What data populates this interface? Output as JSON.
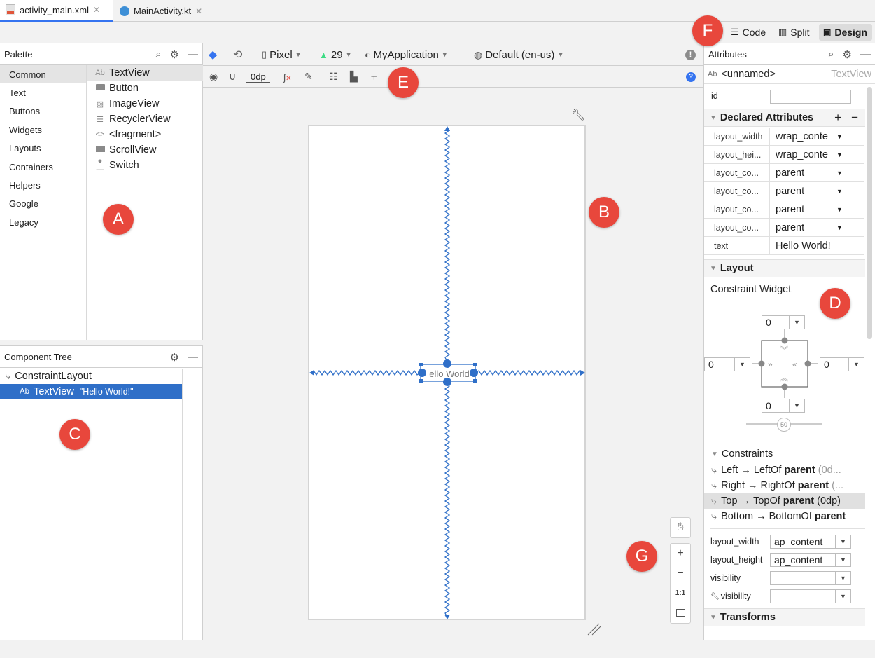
{
  "tabs": [
    {
      "label": "activity_main.xml",
      "active": true
    },
    {
      "label": "MainActivity.kt",
      "active": false
    }
  ],
  "modes": {
    "code": "Code",
    "split": "Split",
    "design": "Design"
  },
  "palette": {
    "title": "Palette",
    "categories": [
      "Common",
      "Text",
      "Buttons",
      "Widgets",
      "Layouts",
      "Containers",
      "Helpers",
      "Google",
      "Legacy"
    ],
    "widgets": [
      "TextView",
      "Button",
      "ImageView",
      "RecyclerView",
      "<fragment>",
      "ScrollView",
      "Switch"
    ]
  },
  "component_tree": {
    "title": "Component Tree",
    "root": "ConstraintLayout",
    "child_prefix": "Ab",
    "child": "TextView",
    "child_text": "\"Hello World!\""
  },
  "toolbar": {
    "device": "Pixel",
    "api": "29",
    "theme": "MyApplication",
    "locale": "Default (en-us)",
    "margin": "0dp"
  },
  "canvas": {
    "textview_text": "ello World"
  },
  "attributes": {
    "title": "Attributes",
    "component_prefix": "Ab",
    "component_name": "<unnamed>",
    "component_type": "TextView",
    "id_label": "id",
    "declared_title": "Declared Attributes",
    "declared": [
      {
        "name": "layout_width",
        "value": "wrap_conte"
      },
      {
        "name": "layout_hei...",
        "value": "wrap_conte"
      },
      {
        "name": "layout_co...",
        "value": "parent"
      },
      {
        "name": "layout_co...",
        "value": "parent"
      },
      {
        "name": "layout_co...",
        "value": "parent"
      },
      {
        "name": "layout_co...",
        "value": "parent"
      },
      {
        "name": "text",
        "value": "Hello World!"
      }
    ],
    "layout_title": "Layout",
    "constraint_widget": "Constraint Widget",
    "margins": {
      "top": "0",
      "left": "0",
      "right": "0",
      "bottom": "0"
    },
    "bias": "50",
    "constraints_title": "Constraints",
    "constraints": [
      {
        "a": "Left",
        "b": "LeftOf",
        "target": "parent",
        "extra": "(0d..."
      },
      {
        "a": "Right",
        "b": "RightOf",
        "target": "parent",
        "extra": "(..."
      },
      {
        "a": "Top",
        "b": "TopOf",
        "target": "parent",
        "extra": "(0dp)"
      },
      {
        "a": "Bottom",
        "b": "BottomOf",
        "target": "parent",
        "extra": ""
      }
    ],
    "props": [
      {
        "name": "layout_width",
        "value": "ap_content"
      },
      {
        "name": "layout_height",
        "value": "ap_content"
      },
      {
        "name": "visibility",
        "value": ""
      },
      {
        "name": "visibility",
        "value": ""
      }
    ],
    "transforms_title": "Transforms"
  },
  "callouts": [
    "A",
    "B",
    "C",
    "D",
    "E",
    "F",
    "G"
  ],
  "zoom": {
    "plus": "+",
    "minus": "−",
    "one_to_one": "1:1"
  }
}
